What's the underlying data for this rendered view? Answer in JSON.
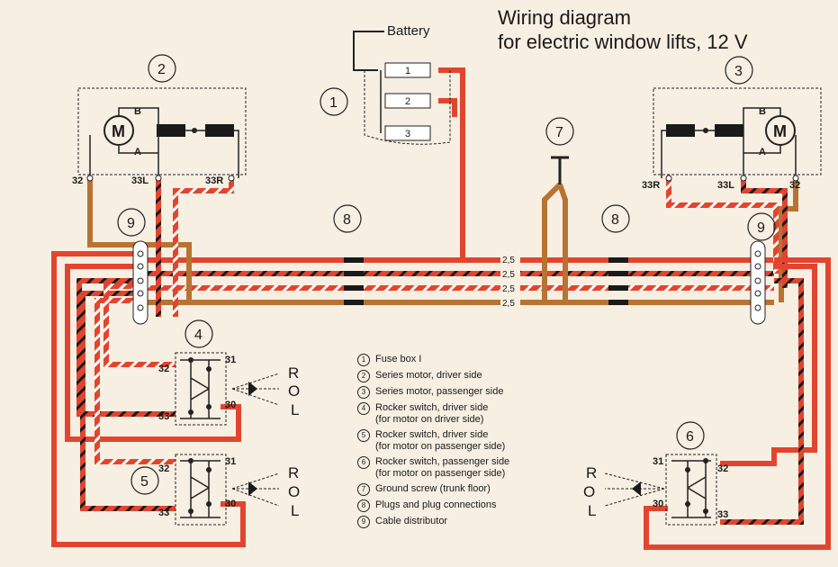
{
  "title": {
    "line1": "Wiring diagram",
    "line2": "for electric window lifts, 12 V"
  },
  "battery_label": "Battery",
  "fuses": [
    "1",
    "2",
    "3"
  ],
  "motor_letter": "M",
  "motor_terminals": {
    "top": "B",
    "bottom": "A"
  },
  "motor_left_terminals": [
    "32",
    "33L",
    "33R"
  ],
  "motor_right_terminals": [
    "33R",
    "33L",
    "32"
  ],
  "switch_terminals": [
    "31",
    "32",
    "33",
    "30"
  ],
  "switch_positions": [
    "R",
    "O",
    "L"
  ],
  "wire_gauges": [
    "2,5",
    "2,5",
    "2,5",
    "2,5"
  ],
  "callouts": [
    "1",
    "2",
    "3",
    "4",
    "5",
    "6",
    "7",
    "8",
    "9"
  ],
  "legend": [
    {
      "num": "1",
      "lines": [
        "Fuse box I"
      ]
    },
    {
      "num": "2",
      "lines": [
        "Series motor, driver side"
      ]
    },
    {
      "num": "3",
      "lines": [
        "Series motor, passenger side"
      ]
    },
    {
      "num": "4",
      "lines": [
        "Rocker switch, driver side",
        "(for motor on driver side)"
      ]
    },
    {
      "num": "5",
      "lines": [
        "Rocker switch, driver side",
        "(for motor on passenger side)"
      ]
    },
    {
      "num": "6",
      "lines": [
        "Rocker switch, passenger side",
        "(for motor on passenger side)"
      ]
    },
    {
      "num": "7",
      "lines": [
        "Ground screw (trunk floor)"
      ]
    },
    {
      "num": "8",
      "lines": [
        "Plugs and plug connections"
      ]
    },
    {
      "num": "9",
      "lines": [
        "Cable distributor"
      ]
    }
  ],
  "colors": {
    "background": "#f6efe2",
    "red_wire": "#e2452f",
    "brown_wire": "#b87333",
    "stripe_black": "#1a1a1a",
    "stripe_white": "#ffffff"
  }
}
